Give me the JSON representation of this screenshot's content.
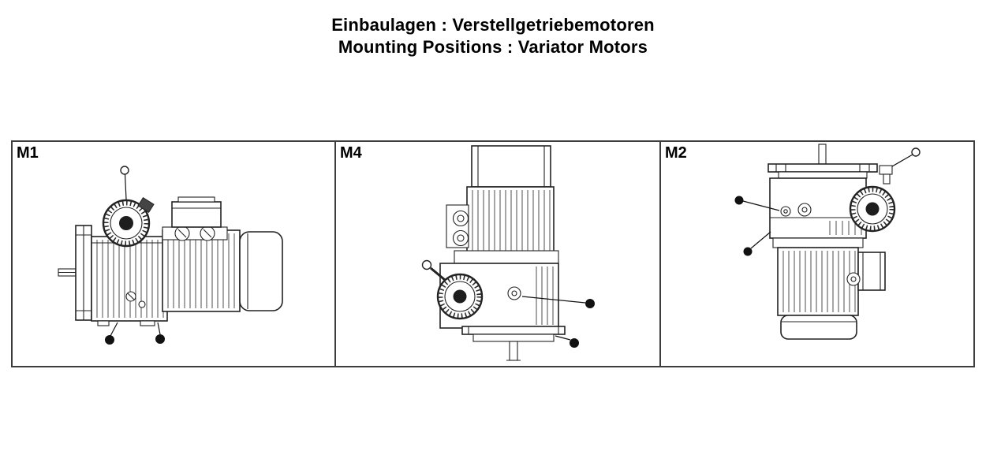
{
  "title": {
    "line1": "Einbaulagen : Verstellgetriebemotoren",
    "line2": "Mounting Positions : Variator Motors"
  },
  "panels": [
    {
      "label": "M1",
      "drawing": "variator-gearmotor-horizontal-side-view"
    },
    {
      "label": "M4",
      "drawing": "variator-gearmotor-vertical-motor-up-output-down"
    },
    {
      "label": "M2",
      "drawing": "variator-gearmotor-vertical-output-up-motor-down"
    }
  ],
  "colors": {
    "background": "#ffffff",
    "ink": "#000000",
    "frame_border": "#3d3d3d"
  }
}
